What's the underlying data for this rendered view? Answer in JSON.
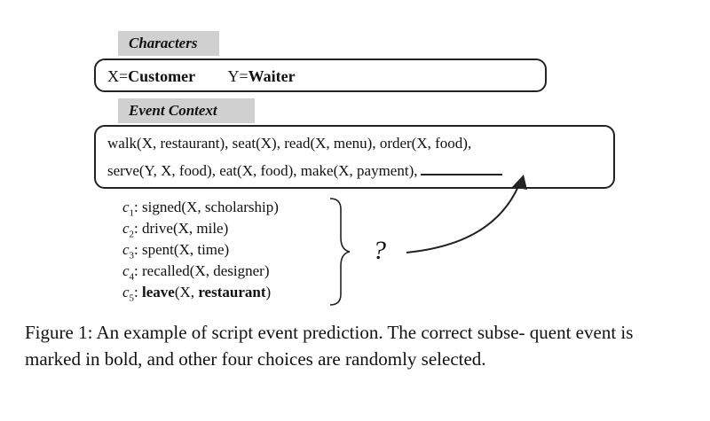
{
  "characters": {
    "label": "Characters",
    "x_prefix": "X=",
    "x_value": "Customer",
    "y_prefix": "Y=",
    "y_value": "Waiter"
  },
  "event_context": {
    "label": "Event Context",
    "line1": "walk(X, restaurant), seat(X), read(X, menu), order(X, food),",
    "line2": "serve(Y, X, food), eat(X, food), make(X, payment),"
  },
  "choices": [
    {
      "var": "c",
      "sub": "1",
      "text": ": signed(X, scholarship)"
    },
    {
      "var": "c",
      "sub": "2",
      "text": ": drive(X, mile)"
    },
    {
      "var": "c",
      "sub": "3",
      "text": ": spent(X, time)"
    },
    {
      "var": "c",
      "sub": "4",
      "text": ": recalled(X, designer)"
    },
    {
      "var": "c",
      "sub": "5",
      "pre": ": ",
      "bold1": "leave",
      "mid": "(X, ",
      "bold2": "restaurant",
      "post": ")"
    }
  ],
  "question_mark": "?",
  "caption": "Figure 1: An example of script event prediction. The correct subse- quent event is marked in bold, and other four choices are randomly selected."
}
